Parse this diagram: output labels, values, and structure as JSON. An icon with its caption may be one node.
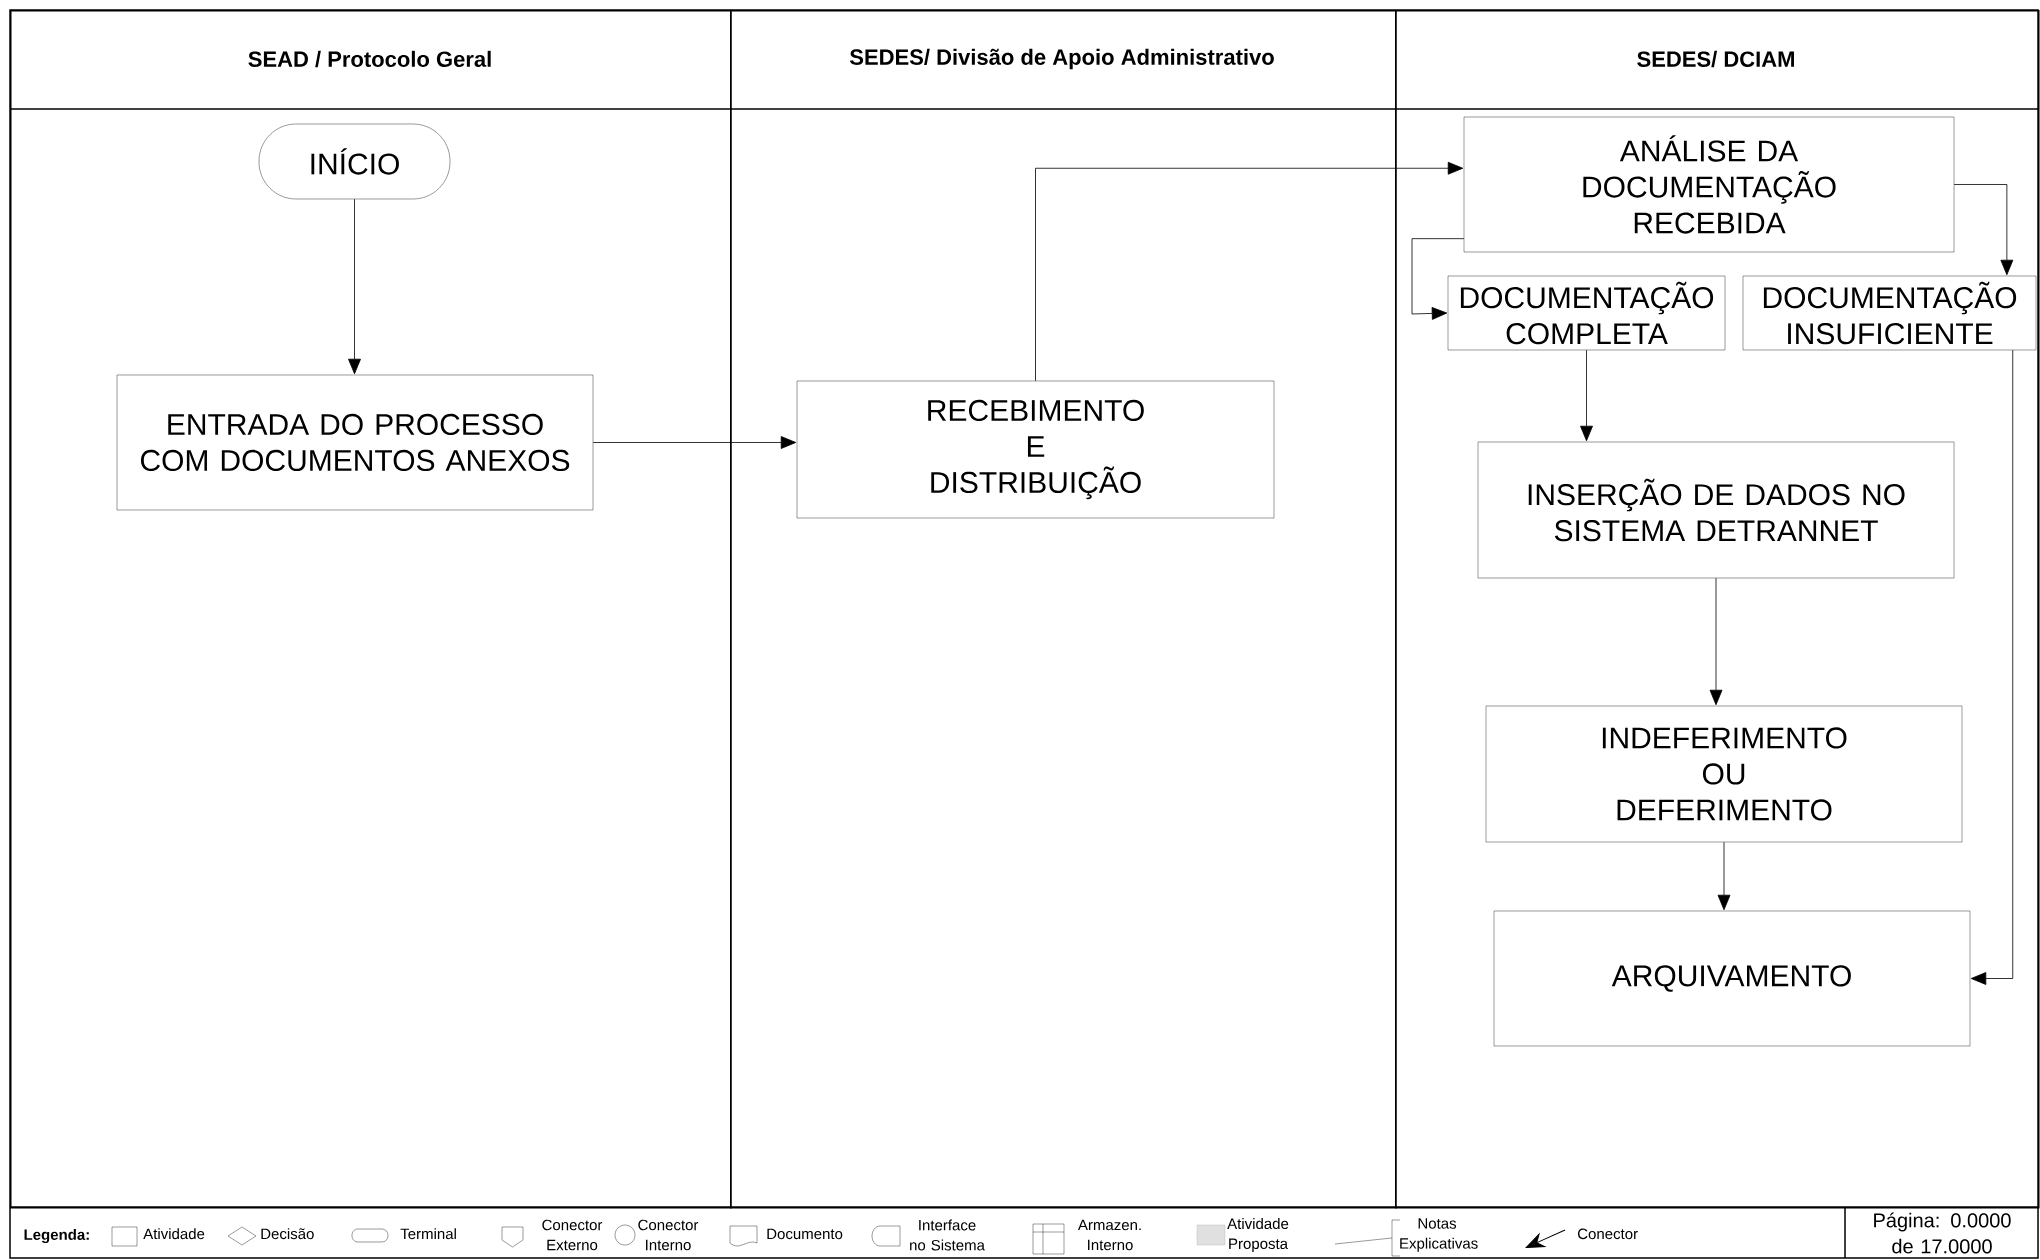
{
  "diagram": {
    "nodes": [
      {
        "text": [
          "SEAD / Protocolo Geral"
        ]
      },
      {
        "text": [
          "SEDES/ Divisão de Apoio Administrativo"
        ]
      },
      {
        "text": [
          "SEDES/ DCIAM"
        ]
      },
      {
        "text": [
          "INÍCIO"
        ],
        "in": 0
      },
      {
        "text": [
          "ENTRADA DO PROCESSO COM DOCUMENTOS ANEXOS"
        ],
        "in": 0
      },
      {
        "text": [
          "RECEBIMENTO E DISTRIBUIÇÃO"
        ],
        "in": 1
      },
      {
        "text": [
          "ANÁLISE DA DOCUMENTAÇÃO RECEBIDA"
        ],
        "in": 2
      },
      {
        "text": [
          "DOCUMENTAÇÃO COMPLETA"
        ],
        "in": 2
      },
      {
        "text": [
          "DOCUMENTAÇÃO INSUFICIENTE"
        ],
        "in": 2
      },
      {
        "text": [
          "INSERÇÃO DE DADOS NO SISTEMA DETRANNET"
        ],
        "in": 2
      },
      {
        "text": [
          "INDEFERIMENTO OU DEFERIMENTO"
        ],
        "in": 2
      },
      {
        "text": [
          "ARQUIVAMENTO"
        ],
        "in": 2
      }
    ],
    "edges": [
      {
        "from": 3,
        "to": 4,
        "arrow": "to"
      },
      {
        "from": 4,
        "to": 5,
        "arrow": "to"
      },
      {
        "from": 5,
        "to": 6,
        "arrow": "to"
      },
      {
        "from": 6,
        "to": 7,
        "arrow": "to"
      },
      {
        "from": 6,
        "to": 8,
        "arrow": "to"
      },
      {
        "from": 7,
        "to": 9,
        "arrow": "to"
      },
      {
        "from": 9,
        "to": 10,
        "arrow": "to"
      },
      {
        "from": 10,
        "to": 11,
        "arrow": "to"
      },
      {
        "from": 8,
        "to": 11,
        "arrow": "to"
      }
    ],
    "labels": [
      "Legenda:",
      "Página: 0.0000 de 17.0000"
    ],
    "legend": [
      {
        "text": "Atividade"
      },
      {
        "text": "Decisão"
      },
      {
        "text": "Terminal"
      },
      {
        "text": "Conector Externo"
      },
      {
        "text": "Conector Interno"
      },
      {
        "text": "Documento"
      },
      {
        "text": "Interface no Sistema"
      },
      {
        "text": "Armazen. Interno"
      },
      {
        "text": "Atividade Proposta",
        "color": "#e0e0e0"
      },
      {
        "text": "Notas Explicativas"
      },
      {
        "text": "Conector"
      }
    ]
  }
}
